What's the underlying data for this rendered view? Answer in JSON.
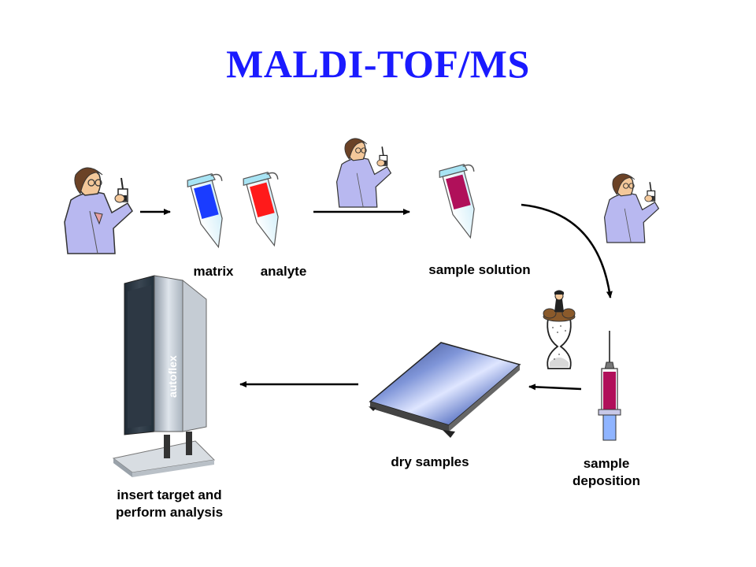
{
  "title": "MALDI-TOF/MS",
  "labels": {
    "matrix": "matrix",
    "analyte": "analyte",
    "sample_solution": "sample solution",
    "sample_deposition_line1": "sample",
    "sample_deposition_line2": "deposition",
    "dry_samples": "dry samples",
    "insert_line1": "insert target and",
    "insert_line2": "perform analysis"
  },
  "instrument_brand": "autoflex",
  "colors": {
    "title": "#1a1aff",
    "matrix_tube": "#1a3cff",
    "analyte_tube": "#ff1a1a",
    "sample_tube": "#b0105a",
    "tube_cap": "#a8e4f4",
    "lab_coat": "#b8b8f0"
  },
  "icons": [
    "scientist-icon",
    "tube-icon",
    "syringe-icon",
    "hourglass-icon",
    "target-plate-icon",
    "mass-spectrometer-icon"
  ]
}
